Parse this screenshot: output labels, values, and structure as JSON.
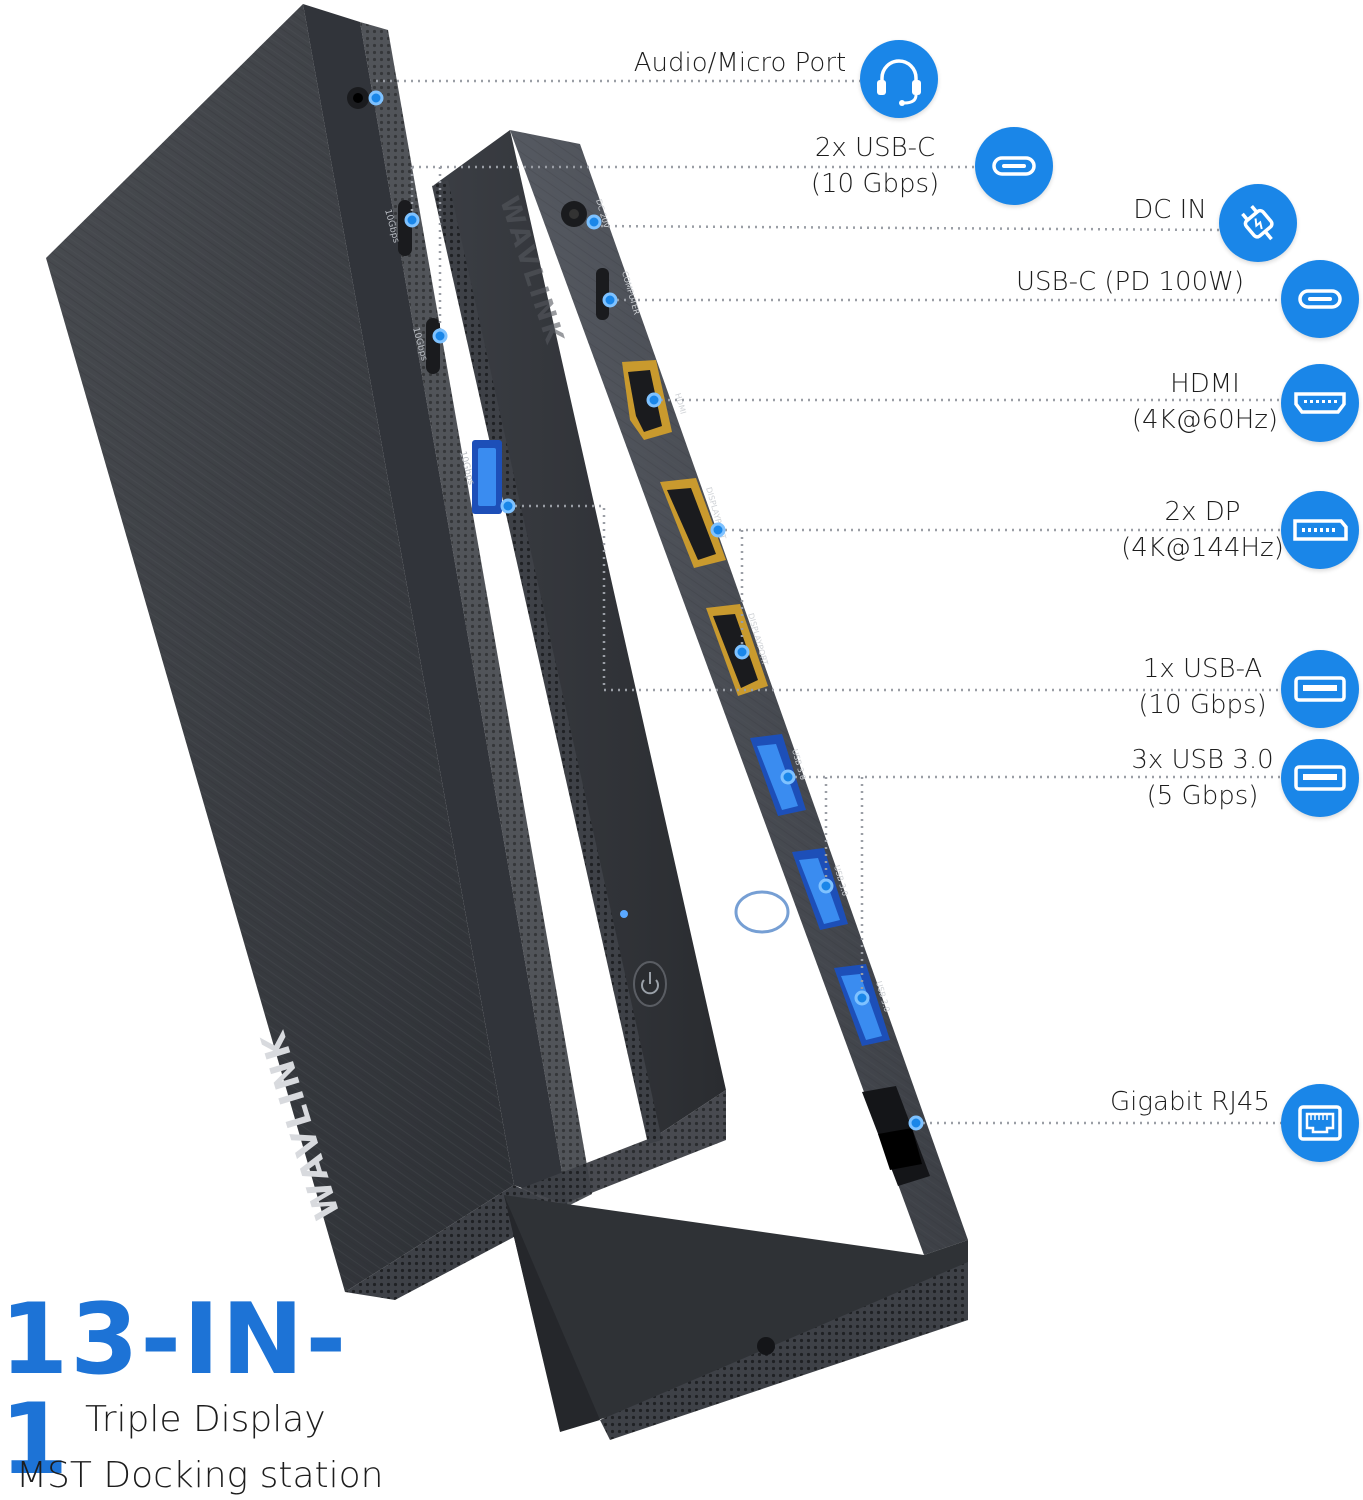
{
  "ports": [
    {
      "id": "audio",
      "lines": [
        "Audio/Micro Port"
      ],
      "icon": "headset-icon"
    },
    {
      "id": "usbc-10g",
      "lines": [
        "2x USB-C",
        "(10 Gbps)"
      ],
      "icon": "usb-c-icon"
    },
    {
      "id": "dc-in",
      "lines": [
        "DC IN"
      ],
      "icon": "power-plug-icon"
    },
    {
      "id": "usbc-pd",
      "lines": [
        "USB-C (PD 100W)"
      ],
      "icon": "usb-c-icon"
    },
    {
      "id": "hdmi",
      "lines": [
        "HDMI",
        "(4K@60Hz)"
      ],
      "icon": "hdmi-port-icon"
    },
    {
      "id": "dp",
      "lines": [
        "2x DP",
        "(4K@144Hz)"
      ],
      "icon": "displayport-icon"
    },
    {
      "id": "usba-10g",
      "lines": [
        "1x USB-A",
        "(10 Gbps)"
      ],
      "icon": "usb-a-icon"
    },
    {
      "id": "usb30",
      "lines": [
        "3x USB 3.0",
        "(5 Gbps)"
      ],
      "icon": "usb-a-icon"
    },
    {
      "id": "rj45",
      "lines": [
        "Gigabit RJ45"
      ],
      "icon": "ethernet-port-icon"
    }
  ],
  "headline": "13-IN-1",
  "subtitle": [
    "Triple Display",
    "MST Docking station"
  ],
  "device": {
    "brand": "WAVLINK",
    "port_marks": {
      "dc": "DC 20V",
      "computer": "COMPUTER",
      "hdmi": "HDMI",
      "dp1": "DISPLAYPORT",
      "dp2": "DISPLAYPORT",
      "usb_10g_front": "10Gbps",
      "usb_10g_c1": "10Gbps",
      "usb_10g_c2": "10Gbps",
      "usb30_1": "USB 3.0",
      "usb30_2": "USB 3.0",
      "usb30_3": "USB 3.0"
    }
  },
  "colors": {
    "accent": "#1a86e8",
    "headline": "#1d73d6",
    "port_blue": "#2a7de8",
    "connector_gold": "#c99a2e"
  }
}
